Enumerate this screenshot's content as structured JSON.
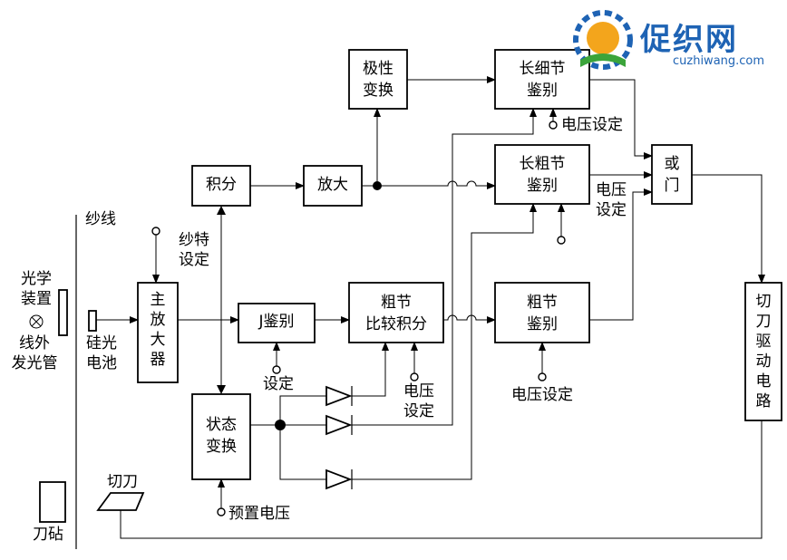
{
  "logo": {
    "name": "促织网",
    "url": "cuzhiwang.com"
  },
  "labels": {
    "yarn": "纱线",
    "optical_device": [
      "光学",
      "装置"
    ],
    "ir_led": [
      "线外",
      "发光管"
    ],
    "silicon_cell": [
      "硅光",
      "电池"
    ],
    "blade_anvil": "刀砧",
    "blade": "切刀",
    "yarn_count_set": [
      "纱特",
      "设定"
    ],
    "set": "设定",
    "voltage_set_coarse_compare": [
      "电压",
      "设定"
    ],
    "voltage_set_coarse": "电压设定",
    "voltage_set_long_fine": "电压设定",
    "voltage_set_long_coarse": [
      "电压",
      "设定"
    ],
    "preset_voltage": "预置电压"
  },
  "blocks": {
    "main_amp": [
      "主",
      "放",
      "大",
      "器"
    ],
    "integral": "积分",
    "amplify": "放大",
    "polarity": [
      "极性",
      "变换"
    ],
    "long_fine": [
      "长细节",
      "鉴别"
    ],
    "long_coarse": [
      "长粗节",
      "鉴别"
    ],
    "or_gate": [
      "或",
      "门"
    ],
    "j_detect": "J鉴别",
    "coarse_compare": [
      "粗节",
      "比较积分"
    ],
    "coarse_detect": [
      "粗节",
      "鉴别"
    ],
    "state_switch": [
      "状态",
      "变换"
    ],
    "cutter_drive": [
      "切",
      "刀",
      "驱",
      "动",
      "电",
      "路"
    ]
  }
}
